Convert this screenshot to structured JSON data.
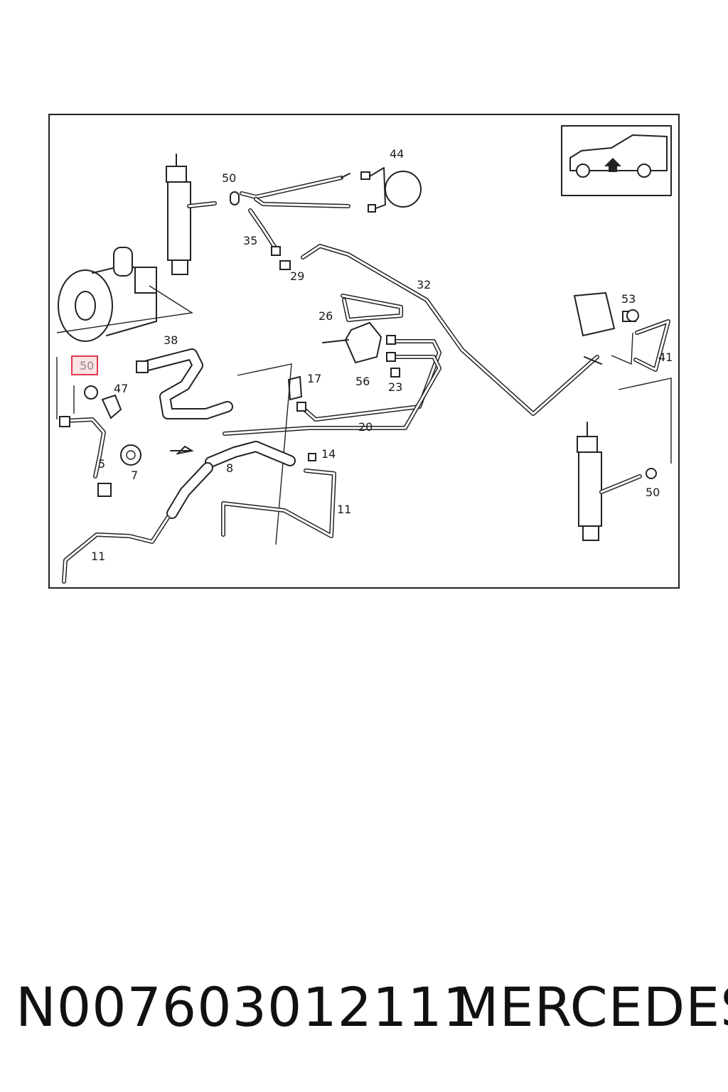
{
  "diagram": {
    "callouts": [
      {
        "id": "c50a",
        "label": "50"
      },
      {
        "id": "c44",
        "label": "44"
      },
      {
        "id": "c35",
        "label": "35"
      },
      {
        "id": "c29",
        "label": "29"
      },
      {
        "id": "c32",
        "label": "32"
      },
      {
        "id": "c26",
        "label": "26"
      },
      {
        "id": "c38",
        "label": "38"
      },
      {
        "id": "c50sel",
        "label": "50"
      },
      {
        "id": "c47",
        "label": "47"
      },
      {
        "id": "c17",
        "label": "17"
      },
      {
        "id": "c56",
        "label": "56"
      },
      {
        "id": "c23",
        "label": "23"
      },
      {
        "id": "c53",
        "label": "53"
      },
      {
        "id": "c41",
        "label": "41"
      },
      {
        "id": "c20",
        "label": "20"
      },
      {
        "id": "c14",
        "label": "14"
      },
      {
        "id": "c8",
        "label": "8"
      },
      {
        "id": "c5",
        "label": "5"
      },
      {
        "id": "c7",
        "label": "7"
      },
      {
        "id": "c11a",
        "label": "11"
      },
      {
        "id": "c11b",
        "label": "11"
      },
      {
        "id": "c50b",
        "label": "50"
      }
    ],
    "highlight_color": "#e03a4e",
    "orientation_icon": "car-front-arrow-icon"
  },
  "footer": {
    "part_number": "N007603012111",
    "brand": "MERCEDES"
  }
}
